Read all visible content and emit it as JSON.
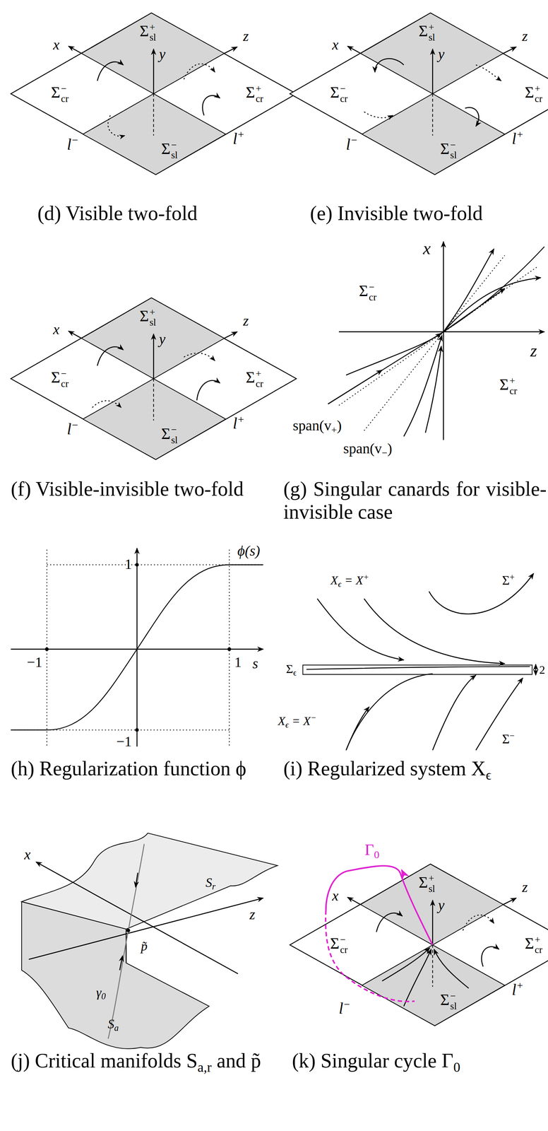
{
  "diagram": {
    "labels": [
      "x",
      "Σsl+",
      "y",
      "z",
      "Σcr−",
      "Σcr+",
      "Σsl−",
      "l−",
      "l+",
      "(d) Visible two-fold",
      "x",
      "Σsl+",
      "y",
      "z",
      "Σcr−",
      "Σcr+",
      "Σsl−",
      "l−",
      "l+",
      "(e) Invisible two-fold",
      "x",
      "Σsl+",
      "y",
      "z",
      "Σcr−",
      "Σcr+",
      "Σsl−",
      "l−",
      "l+",
      "(f) Visible-invisible two-fold",
      "x",
      "Σcr−",
      "z",
      "Σcr+",
      "span(v+)",
      "span(v−)",
      "(g) Singular canards for visible-invisible case",
      "1",
      "ϕ(s)",
      "−1",
      "1",
      "s",
      "−1",
      "(h) Regularization function ϕ",
      "Xϵ = X+",
      "Σ+",
      "Σϵ",
      "2",
      "Xϵ = X−",
      "Σ−",
      "(i) Regularized system Xϵ",
      "x",
      "z",
      "Sr",
      "p̃",
      "γ0",
      "Sa",
      "(j) Critical manifolds Sa,r and p̃",
      "Γ0",
      "x",
      "Σsl+",
      "y",
      "z",
      "Σcr−",
      "Σcr+",
      "Σsl−",
      "l−",
      "l+",
      "(k) Singular cycle Γ0"
    ]
  }
}
